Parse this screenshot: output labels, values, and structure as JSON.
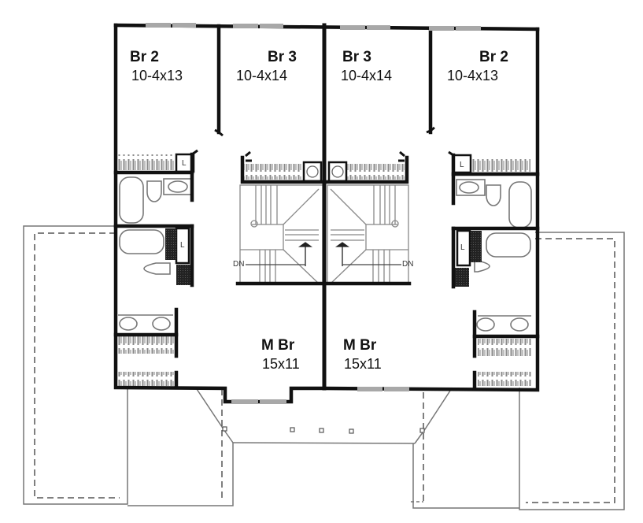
{
  "diagram": {
    "type": "floor plan (duplex, upper level)",
    "colors": {
      "wall": "#111111",
      "window": "#a8a8a8",
      "fixture": "#777777",
      "roof_line": "#555555",
      "background": "#ffffff"
    }
  },
  "rooms": [
    {
      "name": "Br 2",
      "dims": "10-4x13",
      "unit": "left"
    },
    {
      "name": "Br 3",
      "dims": "10-4x14",
      "unit": "left"
    },
    {
      "name": "Br 3",
      "dims": "10-4x14",
      "unit": "right"
    },
    {
      "name": "Br 2",
      "dims": "10-4x13",
      "unit": "right"
    },
    {
      "name": "M Br",
      "dims": "15x11",
      "unit": "left"
    },
    {
      "name": "M Br",
      "dims": "15x11",
      "unit": "right"
    }
  ],
  "annotations": {
    "stairs_left": "DN",
    "stairs_right": "DN",
    "linen_marks": [
      "L",
      "L",
      "L",
      "L"
    ]
  }
}
